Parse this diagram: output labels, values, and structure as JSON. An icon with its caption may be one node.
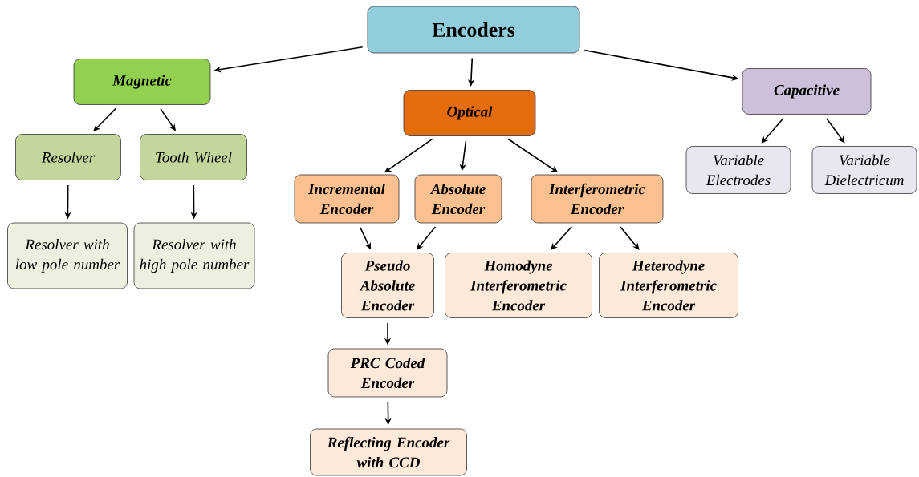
{
  "diagram": {
    "nodes": [
      {
        "text": [
          "Encoders"
        ]
      },
      {
        "text": [
          "Magnetic"
        ]
      },
      {
        "text": [
          "Optical"
        ]
      },
      {
        "text": [
          "Capacitive"
        ]
      },
      {
        "text": [
          "Resolver"
        ]
      },
      {
        "text": [
          "Tooth Wheel"
        ]
      },
      {
        "text": [
          "Variable Electrodes"
        ]
      },
      {
        "text": [
          "Variable Dielectricum"
        ]
      },
      {
        "text": [
          "Incremental Encoder"
        ]
      },
      {
        "text": [
          "Absolute Encoder"
        ]
      },
      {
        "text": [
          "Interferometric Encoder"
        ]
      },
      {
        "text": [
          "Resolver with low pole number"
        ]
      },
      {
        "text": [
          "Resolver with high pole number"
        ]
      },
      {
        "text": [
          "Pseudo Absolute Encoder"
        ]
      },
      {
        "text": [
          "Homodyne Interferometric Encoder"
        ]
      },
      {
        "text": [
          "Heterodyne Interferometric Encoder"
        ]
      },
      {
        "text": [
          "PRC Coded Encoder"
        ]
      },
      {
        "text": [
          "Reflecting Encoder with CCD"
        ]
      }
    ],
    "edges": [
      {
        "from": 0,
        "to": 1,
        "arrow": "to"
      },
      {
        "from": 0,
        "to": 2,
        "arrow": "to"
      },
      {
        "from": 0,
        "to": 3,
        "arrow": "to"
      },
      {
        "from": 1,
        "to": 4,
        "arrow": "to"
      },
      {
        "from": 1,
        "to": 5,
        "arrow": "to"
      },
      {
        "from": 2,
        "to": 8,
        "arrow": "to"
      },
      {
        "from": 2,
        "to": 9,
        "arrow": "to"
      },
      {
        "from": 2,
        "to": 10,
        "arrow": "to"
      },
      {
        "from": 3,
        "to": 6,
        "arrow": "to"
      },
      {
        "from": 3,
        "to": 7,
        "arrow": "to"
      },
      {
        "from": 4,
        "to": 11,
        "arrow": "to"
      },
      {
        "from": 5,
        "to": 12,
        "arrow": "to"
      },
      {
        "from": 8,
        "to": 13,
        "arrow": "to"
      },
      {
        "from": 9,
        "to": 13,
        "arrow": "to"
      },
      {
        "from": 10,
        "to": 14,
        "arrow": "to"
      },
      {
        "from": 10,
        "to": 15,
        "arrow": "to"
      },
      {
        "from": 13,
        "to": 16,
        "arrow": "to"
      },
      {
        "from": 16,
        "to": 17,
        "arrow": "to"
      }
    ]
  }
}
